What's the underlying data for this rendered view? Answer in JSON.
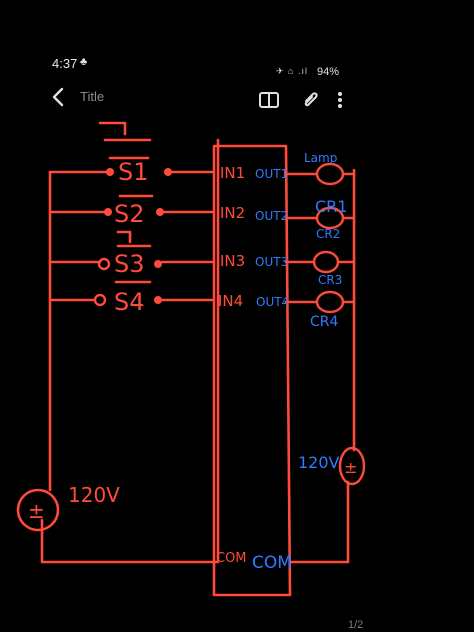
{
  "status_bar": {
    "time": "4:37",
    "notification_icon": "bell-icon",
    "icons_text": "✈ ⌂ .ıl",
    "battery": "94%"
  },
  "toolbar": {
    "back_icon": "chevron-left-icon",
    "title": "Title",
    "book_icon": "book-icon",
    "attach_icon": "paperclip-icon",
    "more_icon": "more-vertical-icon"
  },
  "drawing": {
    "switches": [
      "S1",
      "S2",
      "S3",
      "S4"
    ],
    "inputs": [
      "IN1",
      "IN2",
      "IN3",
      "IN4"
    ],
    "outputs": [
      "OUT1",
      "OUT2",
      "OUT3",
      "OUT4"
    ],
    "loads": [
      "Lamp",
      "CR1",
      "CR2",
      "CR3",
      "CR4"
    ],
    "source_left": "120V",
    "source_right": "120V",
    "com_left": "COM",
    "com_right": "COM",
    "colors": {
      "wire": "#ff4b3a",
      "text_blue": "#2f7bff"
    }
  },
  "footer": {
    "page": "1/2"
  }
}
